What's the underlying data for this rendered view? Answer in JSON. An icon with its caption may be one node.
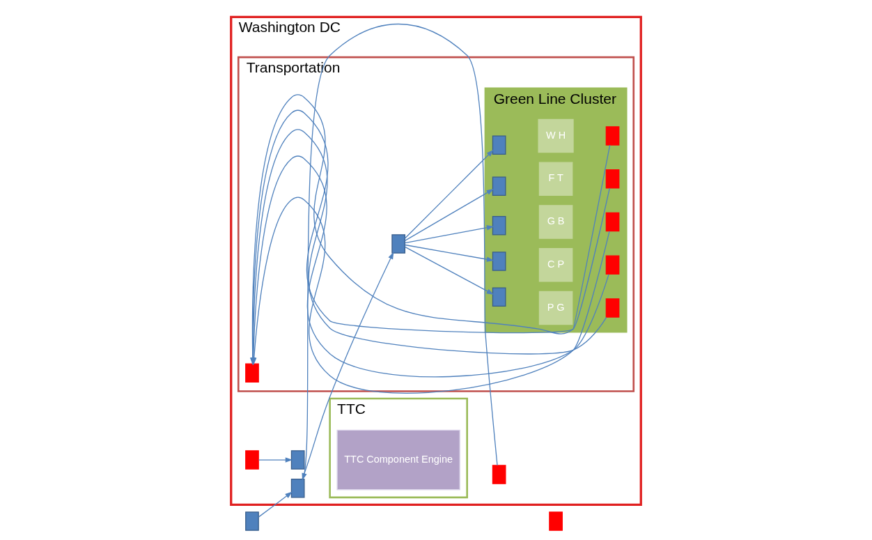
{
  "diagram": {
    "nodes": [
      {
        "text": [
          "Washington DC"
        ]
      },
      {
        "text": [],
        "shape": "box"
      },
      {
        "text": [],
        "shape": "box"
      },
      {
        "text": [
          "Transportation"
        ],
        "in": 0
      },
      {
        "text": [],
        "shape": "box",
        "in": 0
      },
      {
        "text": [],
        "shape": "box",
        "in": 0
      },
      {
        "text": [
          "Green Line Cluster"
        ],
        "in": 3
      },
      {
        "text": [],
        "shape": "box",
        "in": 3
      },
      {
        "text": [],
        "shape": "box",
        "in": 3
      },
      {
        "text": [
          "G B"
        ],
        "in": 6
      },
      {
        "text": [],
        "shape": "box",
        "in": 6
      },
      {
        "text": [],
        "shape": "box",
        "in": 6
      },
      {
        "text": [
          "C P"
        ],
        "in": 6
      },
      {
        "text": [],
        "shape": "box",
        "in": 6
      },
      {
        "text": [],
        "shape": "box",
        "in": 6
      },
      {
        "text": [
          "P G"
        ],
        "in": 6
      },
      {
        "text": [],
        "shape": "box",
        "in": 6
      },
      {
        "text": [],
        "shape": "box",
        "in": 6
      },
      {
        "text": [
          "W H"
        ],
        "in": 6
      },
      {
        "text": [],
        "shape": "box",
        "in": 6
      },
      {
        "text": [],
        "shape": "box",
        "in": 6
      },
      {
        "text": [
          "F T"
        ],
        "in": 6
      },
      {
        "text": [],
        "shape": "box",
        "in": 6
      },
      {
        "text": [],
        "shape": "box",
        "in": 6
      },
      {
        "text": [
          "TTC"
        ],
        "in": 0
      },
      {
        "text": [],
        "shape": "box",
        "in": 0
      },
      {
        "text": [],
        "shape": "box",
        "in": 0
      },
      {
        "text": [
          "TTC Component Engine"
        ],
        "in": 24
      }
    ],
    "edges": [
      {
        "from": 1,
        "to": 4,
        "arrow": "to"
      },
      {
        "from": 4,
        "to": 7,
        "arrow": "to"
      },
      {
        "from": 7,
        "to": 10,
        "arrow": "to"
      },
      {
        "from": 7,
        "to": 13,
        "arrow": "to"
      },
      {
        "from": 7,
        "to": 16,
        "arrow": "to"
      },
      {
        "from": 7,
        "to": 19,
        "arrow": "to"
      },
      {
        "from": 7,
        "to": 22,
        "arrow": "to"
      },
      {
        "from": 11,
        "to": 8,
        "arrow": "to"
      },
      {
        "from": 14,
        "to": 8,
        "arrow": "to"
      },
      {
        "from": 17,
        "to": 8,
        "arrow": "to"
      },
      {
        "from": 20,
        "to": 8,
        "arrow": "to"
      },
      {
        "from": 23,
        "to": 8,
        "arrow": "to"
      },
      {
        "from": 5,
        "to": 26,
        "arrow": "to"
      },
      {
        "from": 25,
        "to": 4,
        "arrow": "to"
      }
    ]
  }
}
